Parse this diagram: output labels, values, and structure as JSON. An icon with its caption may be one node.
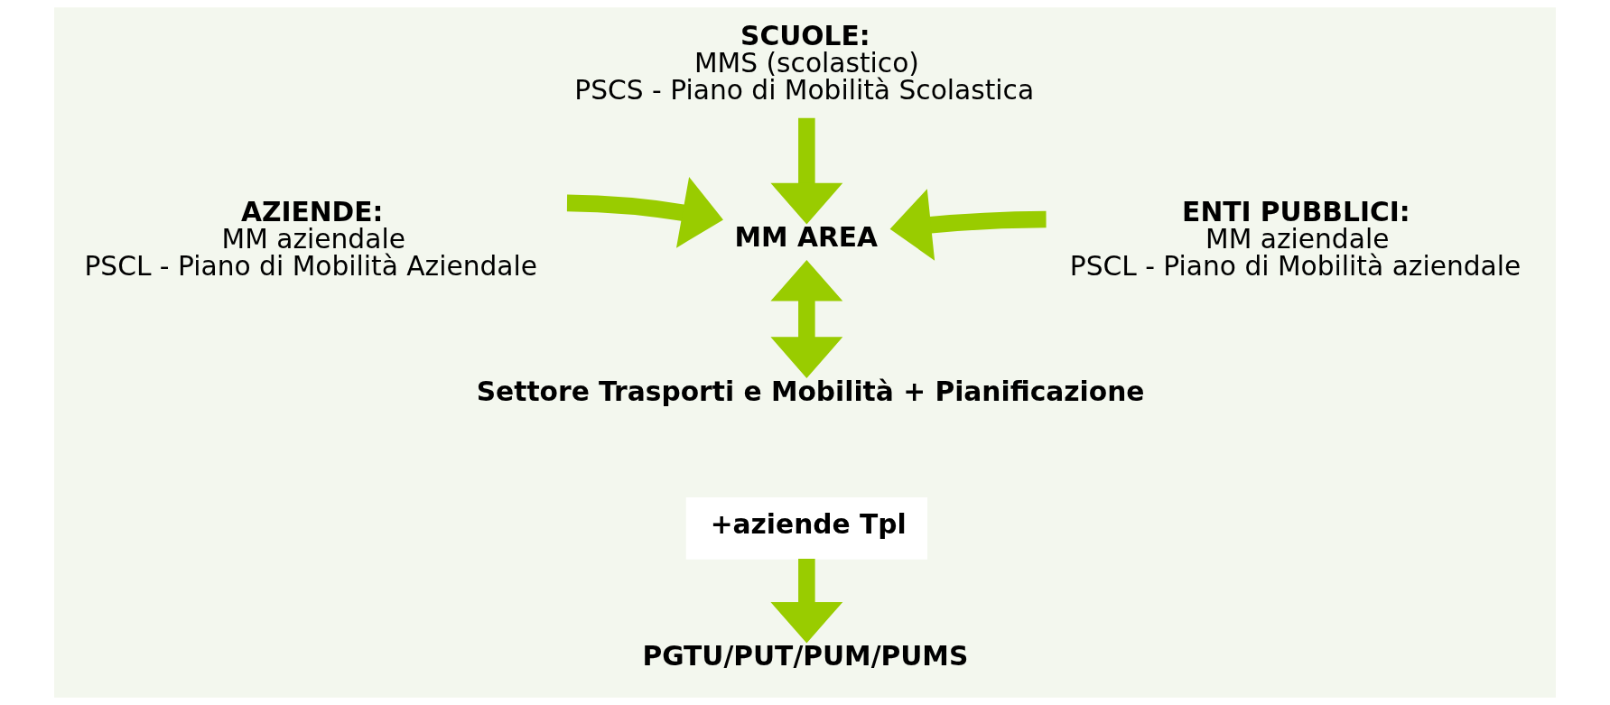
{
  "diagram": {
    "nodes": [
      {
        "text": [
          "SCUOLE:",
          "MMS (scolastico)",
          "PSCS - Piano di Mobilità Scolastica"
        ]
      },
      {
        "text": [
          "AZIENDE:",
          "MM aziendale",
          "PSCL - Piano di Mobilità Aziendale"
        ]
      },
      {
        "text": [
          "MM AREA"
        ]
      },
      {
        "text": [
          "ENTI PUBBLICI:",
          "MM aziendale",
          "PSCL - Piano di Mobilità aziendale"
        ]
      },
      {
        "text": [
          "Settore Trasporti e Mobilità + Pianificazione"
        ]
      },
      {
        "text": [
          "+aziende Tpl"
        ]
      },
      {
        "text": [
          "PGTU/PUT/PUM/PUMS"
        ]
      }
    ],
    "edges": [
      {
        "from": 0,
        "to": 2,
        "arrow": "to"
      },
      {
        "from": 1,
        "to": 2,
        "arrow": "to"
      },
      {
        "from": 3,
        "to": 2,
        "arrow": "to"
      },
      {
        "from": 2,
        "to": 4,
        "arrow": "both"
      },
      {
        "from": 5,
        "to": 6,
        "arrow": "to"
      }
    ]
  }
}
